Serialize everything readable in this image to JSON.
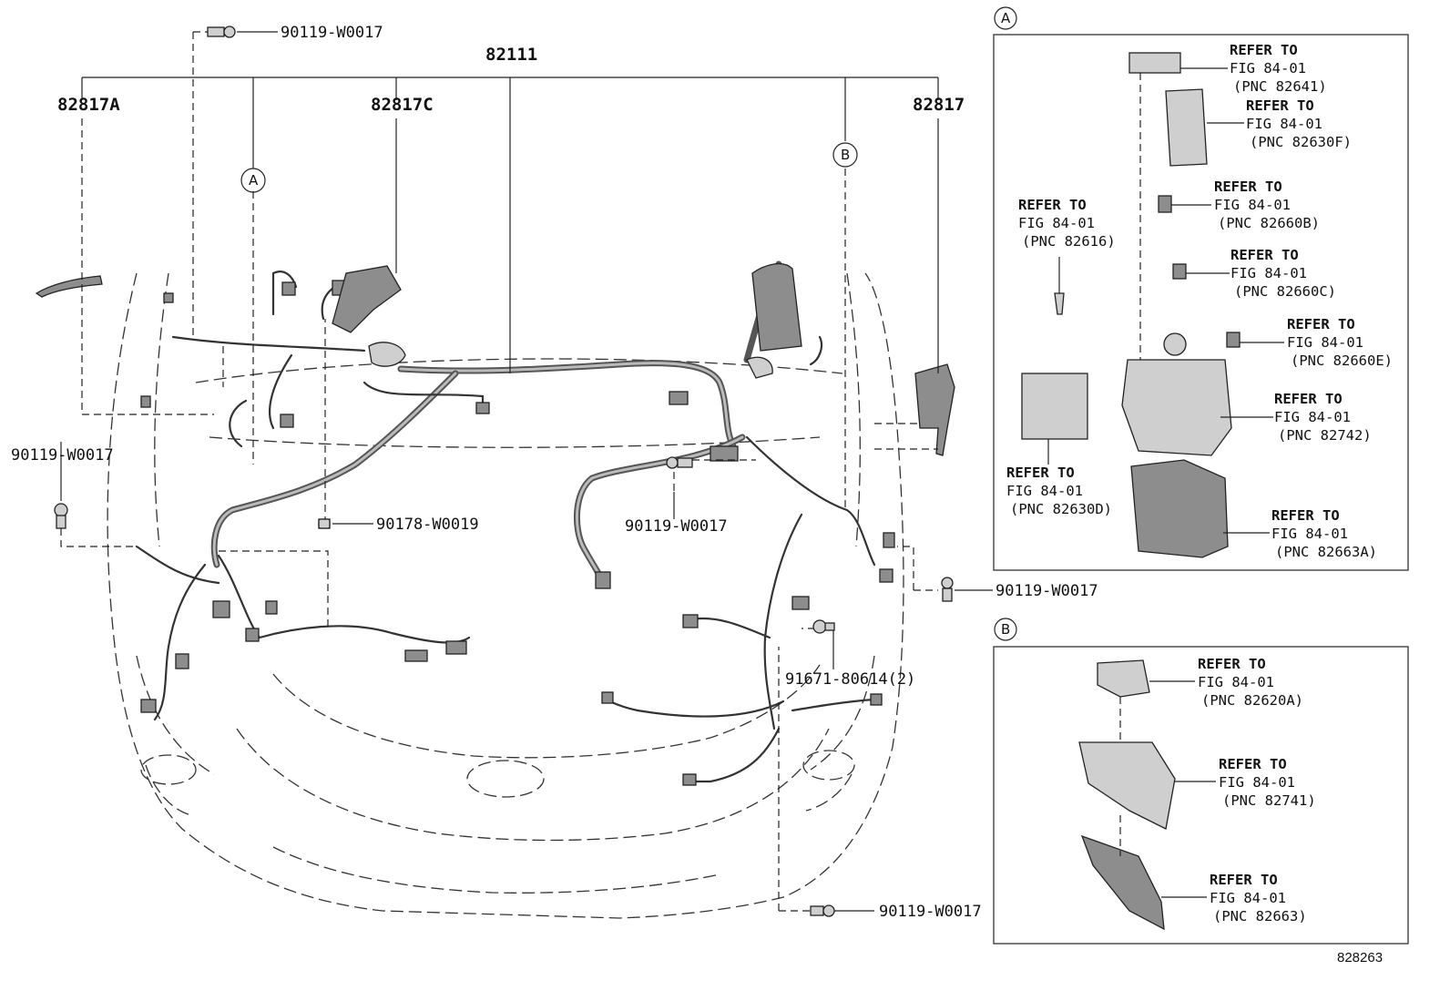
{
  "main_assembly": {
    "part_number": "82111"
  },
  "harness_labels": {
    "left": "82817A",
    "center": "82817C",
    "right": "82817"
  },
  "callouts": {
    "a": "A",
    "b": "B"
  },
  "fasteners": [
    {
      "part_number": "90119-W0017"
    },
    {
      "part_number": "90119-W0017"
    },
    {
      "part_number": "90178-W0019"
    },
    {
      "part_number": "90119-W0017"
    },
    {
      "part_number": "90119-W0017"
    },
    {
      "part_number": "91671-80614(2)"
    },
    {
      "part_number": "90119-W0017"
    }
  ],
  "detail_a": {
    "label": "A",
    "refs": [
      {
        "line1": "REFER TO",
        "line2": "FIG 84-01",
        "line3": "(PNC 82641)"
      },
      {
        "line1": "REFER TO",
        "line2": "FIG 84-01",
        "line3": "(PNC 82630F)"
      },
      {
        "line1": "REFER TO",
        "line2": "FIG 84-01",
        "line3": "(PNC 82616)"
      },
      {
        "line1": "REFER TO",
        "line2": "FIG 84-01",
        "line3": "(PNC 82660B)"
      },
      {
        "line1": "REFER TO",
        "line2": "FIG 84-01",
        "line3": "(PNC 82660C)"
      },
      {
        "line1": "REFER TO",
        "line2": "FIG 84-01",
        "line3": "(PNC 82660E)"
      },
      {
        "line1": "REFER TO",
        "line2": "FIG 84-01",
        "line3": "(PNC 82742)"
      },
      {
        "line1": "REFER TO",
        "line2": "FIG 84-01",
        "line3": "(PNC 82630D)"
      },
      {
        "line1": "REFER TO",
        "line2": "FIG 84-01",
        "line3": "(PNC 82663A)"
      }
    ]
  },
  "detail_b": {
    "label": "B",
    "refs": [
      {
        "line1": "REFER TO",
        "line2": "FIG 84-01",
        "line3": "(PNC 82620A)"
      },
      {
        "line1": "REFER TO",
        "line2": "FIG 84-01",
        "line3": "(PNC 82741)"
      },
      {
        "line1": "REFER TO",
        "line2": "FIG 84-01",
        "line3": "(PNC 82663)"
      }
    ]
  },
  "illustration_id": "828263"
}
